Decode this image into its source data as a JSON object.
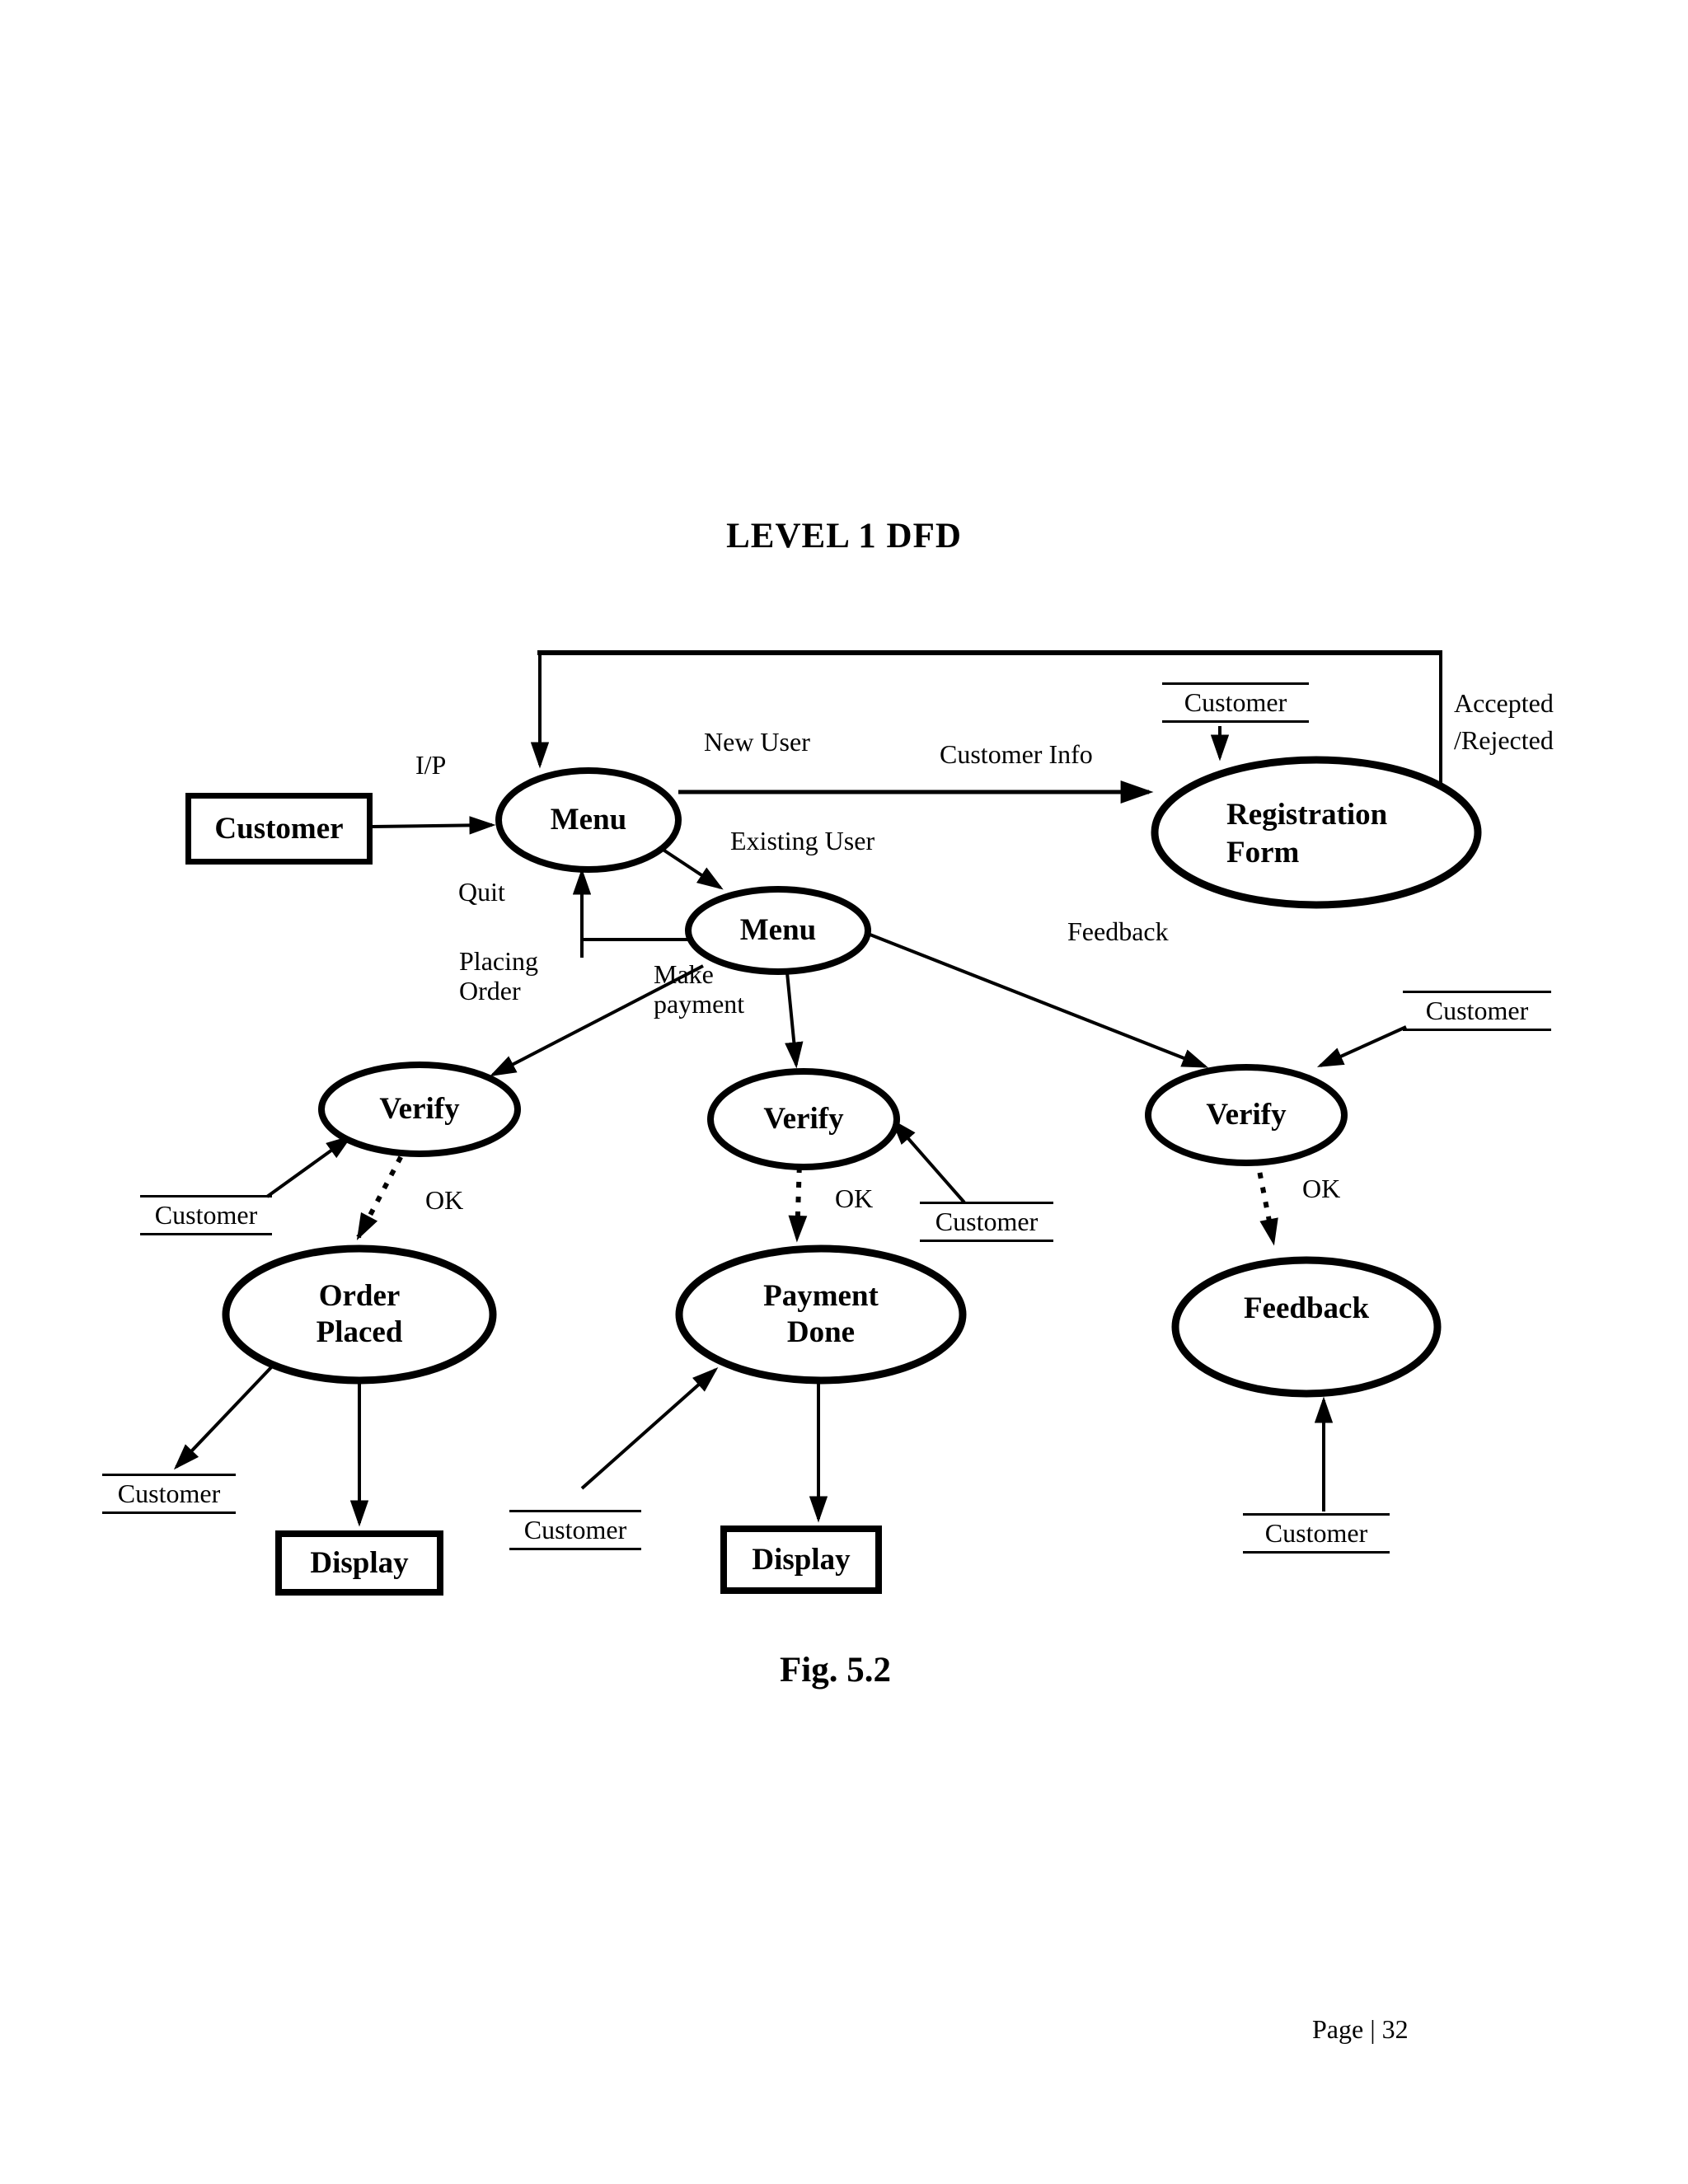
{
  "colors": {
    "ink": "#000000",
    "paper": "#ffffff"
  },
  "document": {
    "title": "LEVEL 1 DFD",
    "figure_caption": "Fig. 5.2",
    "page_number": "Page | 32"
  },
  "entities": {
    "customer": "Customer"
  },
  "processes": {
    "menu_main": "Menu",
    "menu_sub": "Menu",
    "registration": {
      "line1": "Registration",
      "line2": "Form"
    },
    "verify_order": "Verify",
    "verify_payment": "Verify",
    "verify_feedback": "Verify",
    "order_placed": {
      "line1": "Order",
      "line2": "Placed"
    },
    "payment_done": {
      "line1": "Payment",
      "line2": "Done"
    },
    "feedback": "Feedback"
  },
  "data_stores": {
    "registration_customer": "Customer",
    "order_verify_customer": "Customer",
    "payment_verify_customer": "Customer",
    "feedback_verify_customer": "Customer",
    "order_result_customer": "Customer",
    "payment_source_customer": "Customer",
    "feedback_source_customer": "Customer"
  },
  "sinks": {
    "display_order": "Display",
    "display_payment": "Display"
  },
  "flows": {
    "ip": "I/P",
    "new_user": "New User",
    "customer_info": "Customer Info",
    "accepted": {
      "line1": "Accepted",
      "line2": "/Rejected"
    },
    "existing_user": "Existing User",
    "quit": "Quit",
    "placing_order": {
      "line1": "Placing",
      "line2": "Order"
    },
    "make_payment": {
      "line1": "Make",
      "line2": "payment"
    },
    "feedback": "Feedback",
    "ok_order": "OK",
    "ok_payment": "OK",
    "ok_feedback": "OK"
  }
}
